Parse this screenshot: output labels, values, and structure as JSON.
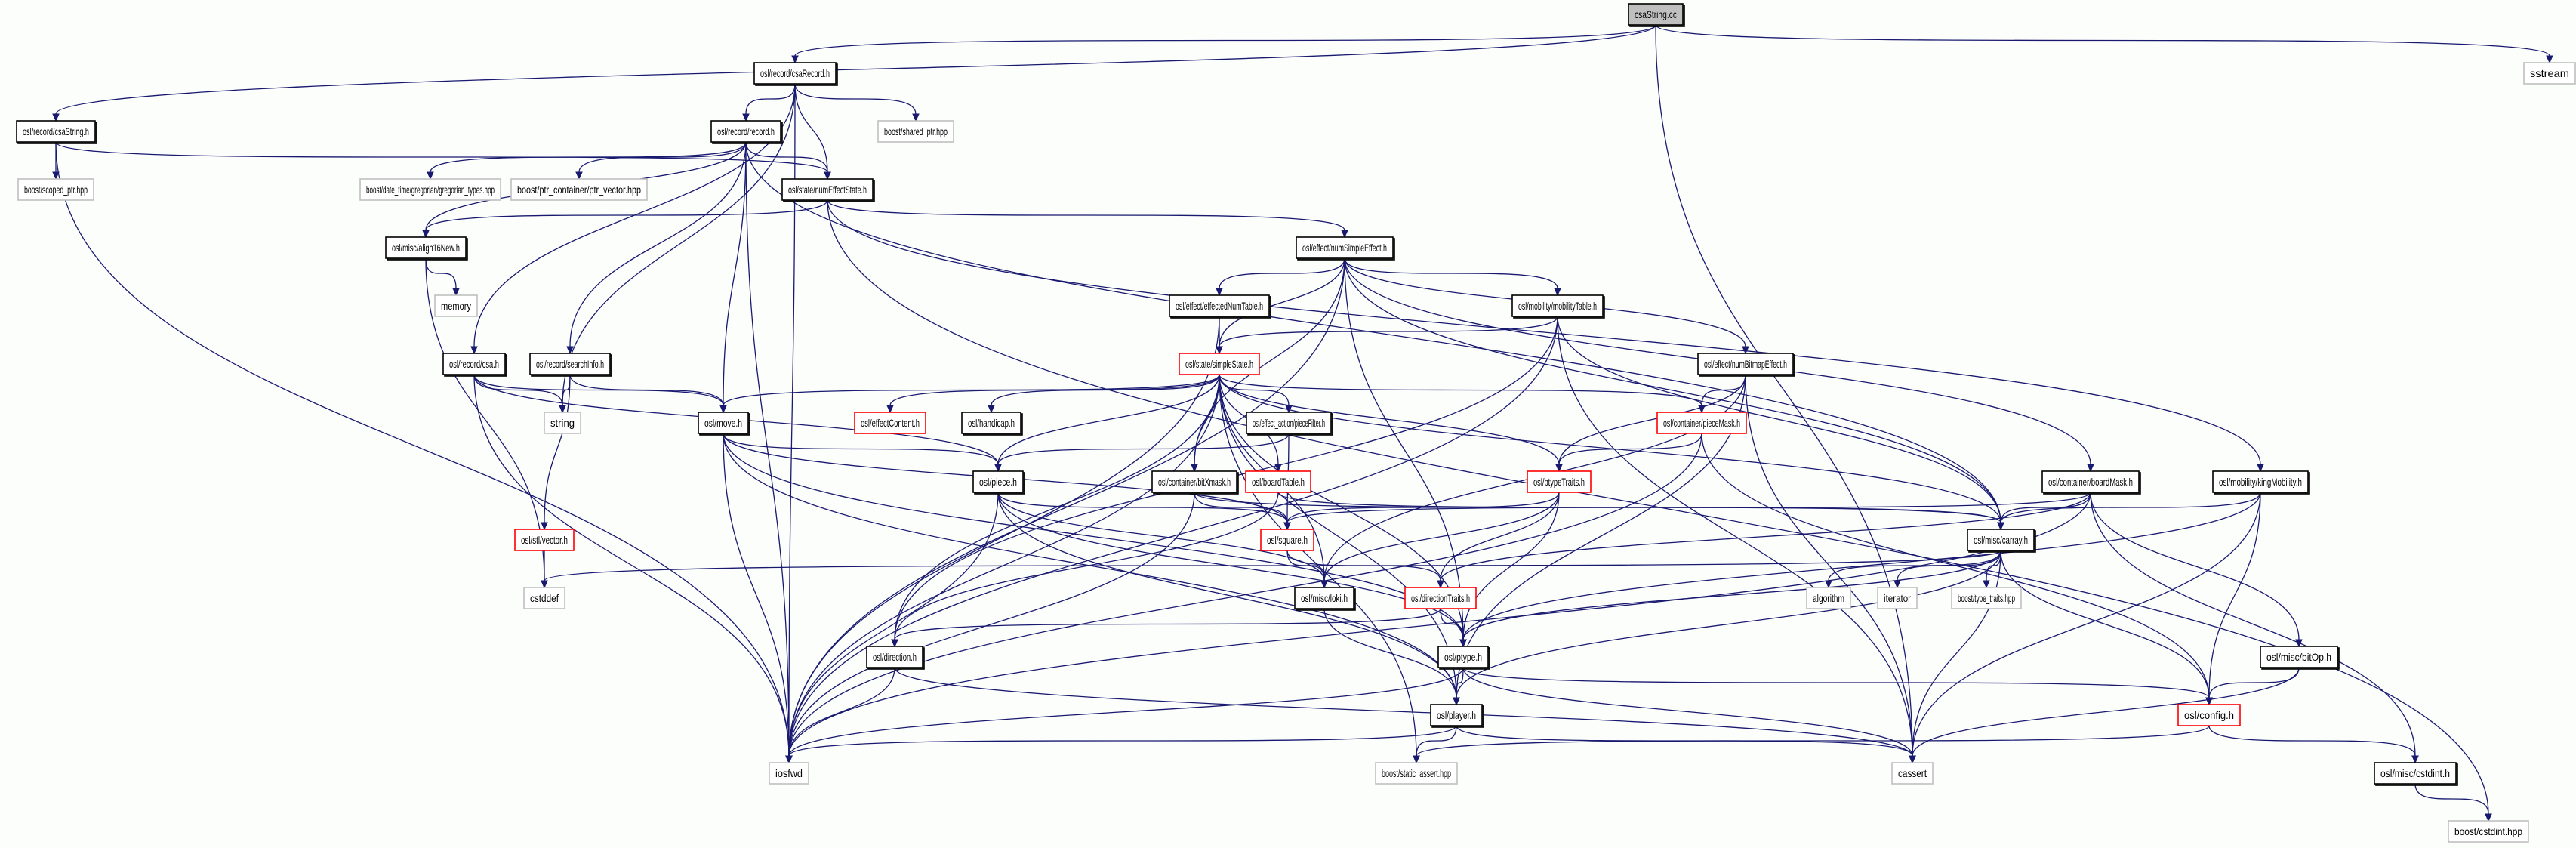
{
  "title": "csaString.cc include dependency graph",
  "colors": {
    "edge": "#191970",
    "root_fill": "#bfbfbf",
    "internal_border": "#000000",
    "incomplete_border": "#ff0000",
    "external_border": "#bfbfbf"
  },
  "legend_kinds": [
    "root",
    "internal",
    "incomplete",
    "external"
  ],
  "nodes": [
    {
      "id": "csaString_cc",
      "label": "csaString.cc",
      "kind": "root"
    },
    {
      "id": "csaRecord_h",
      "label": "osl/record/csaRecord.h",
      "kind": "internal"
    },
    {
      "id": "sstream",
      "label": "sstream",
      "kind": "external"
    },
    {
      "id": "csaString_h",
      "label": "osl/record/csaString.h",
      "kind": "internal"
    },
    {
      "id": "record_h",
      "label": "osl/record/record.h",
      "kind": "internal"
    },
    {
      "id": "shared_ptr",
      "label": "boost/shared_ptr.hpp",
      "kind": "external"
    },
    {
      "id": "scoped_ptr",
      "label": "boost/scoped_ptr.hpp",
      "kind": "external"
    },
    {
      "id": "gregorian",
      "label": "boost/date_time/gregorian/gregorian_types.hpp",
      "kind": "external"
    },
    {
      "id": "ptr_vector",
      "label": "boost/ptr_container/ptr_vector.hpp",
      "kind": "external"
    },
    {
      "id": "numEffectState_h",
      "label": "osl/state/numEffectState.h",
      "kind": "internal"
    },
    {
      "id": "align16New_h",
      "label": "osl/misc/align16New.h",
      "kind": "internal"
    },
    {
      "id": "numSimpleEffect_h",
      "label": "osl/effect/numSimpleEffect.h",
      "kind": "internal"
    },
    {
      "id": "memory",
      "label": "memory",
      "kind": "external"
    },
    {
      "id": "effectedNumTable_h",
      "label": "osl/effect/effectedNumTable.h",
      "kind": "internal"
    },
    {
      "id": "mobilityTable_h",
      "label": "osl/mobility/mobilityTable.h",
      "kind": "internal"
    },
    {
      "id": "csa_h",
      "label": "osl/record/csa.h",
      "kind": "internal"
    },
    {
      "id": "searchInfo_h",
      "label": "osl/record/searchInfo.h",
      "kind": "internal"
    },
    {
      "id": "simpleState_h",
      "label": "osl/state/simpleState.h",
      "kind": "incomplete"
    },
    {
      "id": "numBitmapEffect_h",
      "label": "osl/effect/numBitmapEffect.h",
      "kind": "internal"
    },
    {
      "id": "string",
      "label": "string",
      "kind": "external"
    },
    {
      "id": "move_h",
      "label": "osl/move.h",
      "kind": "internal"
    },
    {
      "id": "effectContent_h",
      "label": "osl/effectContent.h",
      "kind": "incomplete"
    },
    {
      "id": "handicap_h",
      "label": "osl/handicap.h",
      "kind": "internal"
    },
    {
      "id": "pieceFilter_h",
      "label": "osl/effect_action/pieceFilter.h",
      "kind": "internal"
    },
    {
      "id": "pieceMask_h",
      "label": "osl/container/pieceMask.h",
      "kind": "incomplete"
    },
    {
      "id": "piece_h",
      "label": "osl/piece.h",
      "kind": "internal"
    },
    {
      "id": "bitXmask_h",
      "label": "osl/container/bitXmask.h",
      "kind": "internal"
    },
    {
      "id": "boardTable_h",
      "label": "osl/boardTable.h",
      "kind": "incomplete"
    },
    {
      "id": "ptypeTraits_h",
      "label": "osl/ptypeTraits.h",
      "kind": "incomplete"
    },
    {
      "id": "boardMask_h",
      "label": "osl/container/boardMask.h",
      "kind": "internal"
    },
    {
      "id": "kingMobility_h",
      "label": "osl/mobility/kingMobility.h",
      "kind": "internal"
    },
    {
      "id": "vector_h",
      "label": "osl/stl/vector.h",
      "kind": "incomplete"
    },
    {
      "id": "square_h",
      "label": "osl/square.h",
      "kind": "incomplete"
    },
    {
      "id": "carray_h",
      "label": "osl/misc/carray.h",
      "kind": "internal"
    },
    {
      "id": "cstddef",
      "label": "cstddef",
      "kind": "external"
    },
    {
      "id": "loki_h",
      "label": "osl/misc/loki.h",
      "kind": "internal"
    },
    {
      "id": "directionTraits_h",
      "label": "osl/directionTraits.h",
      "kind": "incomplete"
    },
    {
      "id": "algorithm",
      "label": "algorithm",
      "kind": "external"
    },
    {
      "id": "iterator",
      "label": "iterator",
      "kind": "external"
    },
    {
      "id": "type_traits",
      "label": "boost/type_traits.hpp",
      "kind": "external"
    },
    {
      "id": "direction_h",
      "label": "osl/direction.h",
      "kind": "internal"
    },
    {
      "id": "ptype_h",
      "label": "osl/ptype.h",
      "kind": "internal"
    },
    {
      "id": "bitOp_h",
      "label": "osl/misc/bitOp.h",
      "kind": "internal"
    },
    {
      "id": "player_h",
      "label": "osl/player.h",
      "kind": "internal"
    },
    {
      "id": "config_h",
      "label": "osl/config.h",
      "kind": "incomplete"
    },
    {
      "id": "iosfwd",
      "label": "iosfwd",
      "kind": "external"
    },
    {
      "id": "static_assert",
      "label": "boost/static_assert.hpp",
      "kind": "external"
    },
    {
      "id": "cassert",
      "label": "cassert",
      "kind": "external"
    },
    {
      "id": "cstdint_h",
      "label": "osl/misc/cstdint.h",
      "kind": "internal"
    },
    {
      "id": "cstdint_hpp",
      "label": "boost/cstdint.hpp",
      "kind": "external"
    }
  ],
  "edges": [
    [
      "csaString_cc",
      "csaRecord_h"
    ],
    [
      "csaString_cc",
      "csaString_h"
    ],
    [
      "csaString_cc",
      "sstream"
    ],
    [
      "csaString_cc",
      "cassert"
    ],
    [
      "csaRecord_h",
      "record_h"
    ],
    [
      "csaRecord_h",
      "shared_ptr"
    ],
    [
      "csaRecord_h",
      "numEffectState_h"
    ],
    [
      "csaRecord_h",
      "csa_h"
    ],
    [
      "csaRecord_h",
      "string"
    ],
    [
      "csaRecord_h",
      "iosfwd"
    ],
    [
      "csaString_h",
      "scoped_ptr"
    ],
    [
      "csaString_h",
      "numEffectState_h"
    ],
    [
      "csaString_h",
      "iosfwd"
    ],
    [
      "record_h",
      "gregorian"
    ],
    [
      "record_h",
      "ptr_vector"
    ],
    [
      "record_h",
      "numEffectState_h"
    ],
    [
      "record_h",
      "align16New_h"
    ],
    [
      "record_h",
      "searchInfo_h"
    ],
    [
      "record_h",
      "move_h"
    ],
    [
      "record_h",
      "iosfwd"
    ],
    [
      "record_h",
      "carray_h"
    ],
    [
      "numEffectState_h",
      "align16New_h"
    ],
    [
      "numEffectState_h",
      "numSimpleEffect_h"
    ],
    [
      "numEffectState_h",
      "kingMobility_h"
    ],
    [
      "numEffectState_h",
      "cstdint_hpp"
    ],
    [
      "align16New_h",
      "memory"
    ],
    [
      "align16New_h",
      "cstddef"
    ],
    [
      "numSimpleEffect_h",
      "effectedNumTable_h"
    ],
    [
      "numSimpleEffect_h",
      "mobilityTable_h"
    ],
    [
      "numSimpleEffect_h",
      "simpleState_h"
    ],
    [
      "numSimpleEffect_h",
      "numBitmapEffect_h"
    ],
    [
      "numSimpleEffect_h",
      "boardMask_h"
    ],
    [
      "numSimpleEffect_h",
      "carray_h"
    ],
    [
      "numSimpleEffect_h",
      "bitXmask_h"
    ],
    [
      "numSimpleEffect_h",
      "ptype_h"
    ],
    [
      "numSimpleEffect_h",
      "iosfwd"
    ],
    [
      "effectedNumTable_h",
      "simpleState_h"
    ],
    [
      "effectedNumTable_h",
      "iosfwd"
    ],
    [
      "mobilityTable_h",
      "simpleState_h"
    ],
    [
      "mobilityTable_h",
      "carray_h"
    ],
    [
      "mobilityTable_h",
      "direction_h"
    ],
    [
      "mobilityTable_h",
      "iosfwd"
    ],
    [
      "mobilityTable_h",
      "cassert"
    ],
    [
      "csa_h",
      "string"
    ],
    [
      "csa_h",
      "move_h"
    ],
    [
      "csa_h",
      "piece_h"
    ],
    [
      "csa_h",
      "iosfwd"
    ],
    [
      "searchInfo_h",
      "string"
    ],
    [
      "searchInfo_h",
      "move_h"
    ],
    [
      "searchInfo_h",
      "vector_h"
    ],
    [
      "simpleState_h",
      "move_h"
    ],
    [
      "simpleState_h",
      "effectContent_h"
    ],
    [
      "simpleState_h",
      "handicap_h"
    ],
    [
      "simpleState_h",
      "pieceFilter_h"
    ],
    [
      "simpleState_h",
      "pieceMask_h"
    ],
    [
      "simpleState_h",
      "piece_h"
    ],
    [
      "simpleState_h",
      "bitXmask_h"
    ],
    [
      "simpleState_h",
      "boardTable_h"
    ],
    [
      "simpleState_h",
      "ptypeTraits_h"
    ],
    [
      "simpleState_h",
      "carray_h"
    ],
    [
      "simpleState_h",
      "loki_h"
    ],
    [
      "simpleState_h",
      "direction_h"
    ],
    [
      "simpleState_h",
      "player_h"
    ],
    [
      "simpleState_h",
      "ptype_h"
    ],
    [
      "simpleState_h",
      "iosfwd"
    ],
    [
      "simpleState_h",
      "static_assert"
    ],
    [
      "numBitmapEffect_h",
      "pieceMask_h"
    ],
    [
      "numBitmapEffect_h",
      "ptypeTraits_h"
    ],
    [
      "numBitmapEffect_h",
      "loki_h"
    ],
    [
      "numBitmapEffect_h",
      "player_h"
    ],
    [
      "numBitmapEffect_h",
      "cassert"
    ],
    [
      "move_h",
      "piece_h"
    ],
    [
      "move_h",
      "square_h"
    ],
    [
      "move_h",
      "ptype_h"
    ],
    [
      "move_h",
      "player_h"
    ],
    [
      "move_h",
      "iosfwd"
    ],
    [
      "pieceFilter_h",
      "piece_h"
    ],
    [
      "pieceFilter_h",
      "square_h"
    ],
    [
      "pieceMask_h",
      "ptypeTraits_h"
    ],
    [
      "pieceMask_h",
      "config_h"
    ],
    [
      "pieceMask_h",
      "iosfwd"
    ],
    [
      "piece_h",
      "square_h"
    ],
    [
      "piece_h",
      "loki_h"
    ],
    [
      "piece_h",
      "ptype_h"
    ],
    [
      "piece_h",
      "player_h"
    ],
    [
      "piece_h",
      "iosfwd"
    ],
    [
      "bitXmask_h",
      "square_h"
    ],
    [
      "bitXmask_h",
      "carray_h"
    ],
    [
      "bitXmask_h",
      "iosfwd"
    ],
    [
      "boardTable_h",
      "carray_h"
    ],
    [
      "boardTable_h",
      "direction_h"
    ],
    [
      "ptypeTraits_h",
      "square_h"
    ],
    [
      "ptypeTraits_h",
      "loki_h"
    ],
    [
      "ptypeTraits_h",
      "directionTraits_h"
    ],
    [
      "ptypeTraits_h",
      "ptype_h"
    ],
    [
      "boardMask_h",
      "square_h"
    ],
    [
      "boardMask_h",
      "carray_h"
    ],
    [
      "boardMask_h",
      "directionTraits_h"
    ],
    [
      "boardMask_h",
      "bitOp_h"
    ],
    [
      "boardMask_h",
      "cstdint_h"
    ],
    [
      "boardMask_h",
      "iosfwd"
    ],
    [
      "kingMobility_h",
      "carray_h"
    ],
    [
      "kingMobility_h",
      "ptype_h"
    ],
    [
      "kingMobility_h",
      "config_h"
    ],
    [
      "kingMobility_h",
      "cassert"
    ],
    [
      "vector_h",
      "cstddef"
    ],
    [
      "square_h",
      "loki_h"
    ],
    [
      "square_h",
      "directionTraits_h"
    ],
    [
      "carray_h",
      "cstddef"
    ],
    [
      "carray_h",
      "algorithm"
    ],
    [
      "carray_h",
      "iterator"
    ],
    [
      "carray_h",
      "type_traits"
    ],
    [
      "carray_h",
      "ptype_h"
    ],
    [
      "carray_h",
      "player_h"
    ],
    [
      "carray_h",
      "config_h"
    ],
    [
      "carray_h",
      "cassert"
    ],
    [
      "loki_h",
      "player_h"
    ],
    [
      "directionTraits_h",
      "direction_h"
    ],
    [
      "directionTraits_h",
      "ptype_h"
    ],
    [
      "direction_h",
      "iosfwd"
    ],
    [
      "direction_h",
      "cassert"
    ],
    [
      "ptype_h",
      "player_h"
    ],
    [
      "ptype_h",
      "config_h"
    ],
    [
      "ptype_h",
      "iosfwd"
    ],
    [
      "ptype_h",
      "cassert"
    ],
    [
      "bitOp_h",
      "config_h"
    ],
    [
      "bitOp_h",
      "cassert"
    ],
    [
      "player_h",
      "static_assert"
    ],
    [
      "player_h",
      "iosfwd"
    ],
    [
      "player_h",
      "cassert"
    ],
    [
      "config_h",
      "cstdint_h"
    ],
    [
      "config_h",
      "static_assert"
    ],
    [
      "cstdint_h",
      "cstdint_hpp"
    ]
  ]
}
